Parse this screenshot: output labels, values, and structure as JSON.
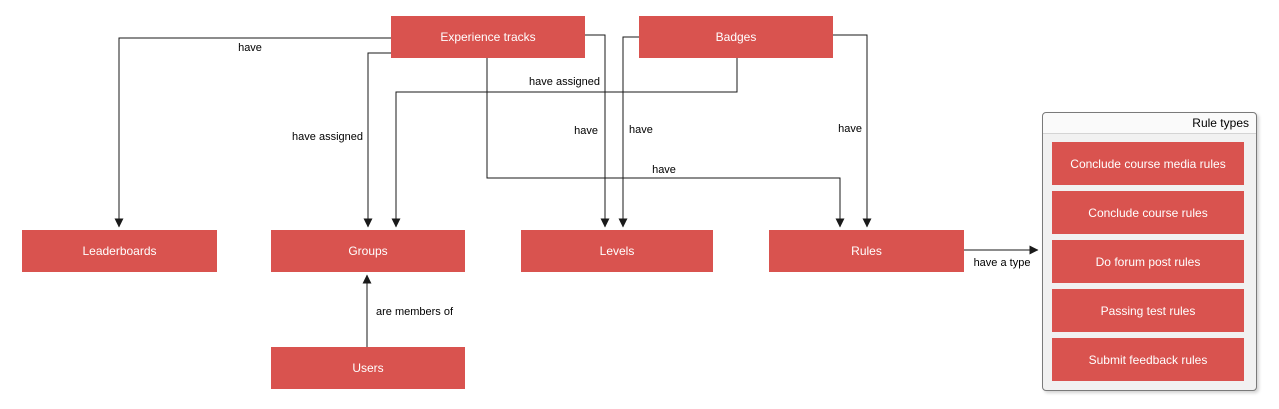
{
  "diagram": {
    "nodes": {
      "experience_tracks": {
        "label": "Experience tracks"
      },
      "badges": {
        "label": "Badges"
      },
      "leaderboards": {
        "label": "Leaderboards"
      },
      "groups": {
        "label": "Groups"
      },
      "levels": {
        "label": "Levels"
      },
      "rules": {
        "label": "Rules"
      },
      "users": {
        "label": "Users"
      }
    },
    "edge_labels": {
      "experience_tracks_to_leaderboards": "have",
      "experience_tracks_to_groups": "have assigned",
      "experience_tracks_to_levels": "have",
      "experience_tracks_to_rules": "have",
      "badges_to_groups": "have assigned",
      "badges_to_levels": "have",
      "badges_to_rules": "have",
      "users_to_groups": "are members of",
      "rules_to_rule_types": "have a type"
    },
    "rule_types_panel": {
      "title": "Rule types",
      "items": [
        "Conclude course media rules",
        "Conclude course rules",
        "Do forum post rules",
        "Passing test rules",
        "Submit feedback rules"
      ]
    },
    "colors": {
      "node_fill": "#d9534f",
      "node_text": "#ffffff",
      "edge": "#1a1a1a",
      "panel_bg": "#f1f1f1",
      "panel_header_bg": "#fafafa",
      "panel_border": "#7a7a7a",
      "canvas_bg": "#ffffff"
    }
  }
}
